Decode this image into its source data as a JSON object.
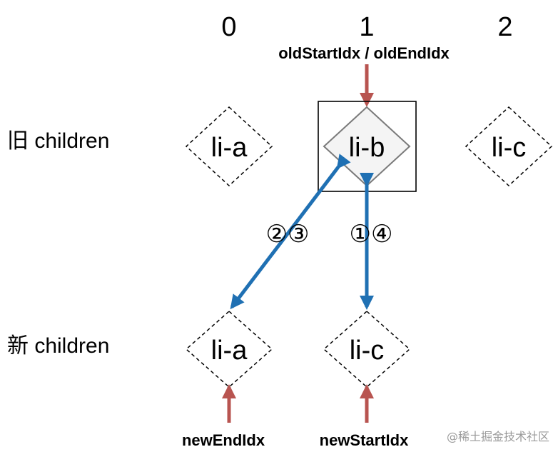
{
  "indices": [
    "0",
    "1",
    "2"
  ],
  "old_pointer_label": "oldStartIdx / oldEndIdx",
  "rows": {
    "old_label": "旧 children",
    "new_label": "新 children"
  },
  "old_nodes": [
    "li-a",
    "li-b",
    "li-c"
  ],
  "new_nodes": [
    "li-a",
    "li-c"
  ],
  "steps": {
    "diagonal": "②③",
    "vertical": "①④"
  },
  "new_pointers": {
    "end": "newEndIdx",
    "start": "newStartIdx"
  },
  "watermark": "@稀土掘金技术社区",
  "colors": {
    "pointer_arrow": "#b85450",
    "move_arrow": "#1f70b3",
    "active_node_fill": "#f4f4f4",
    "active_node_stroke": "#7a7a7a"
  }
}
